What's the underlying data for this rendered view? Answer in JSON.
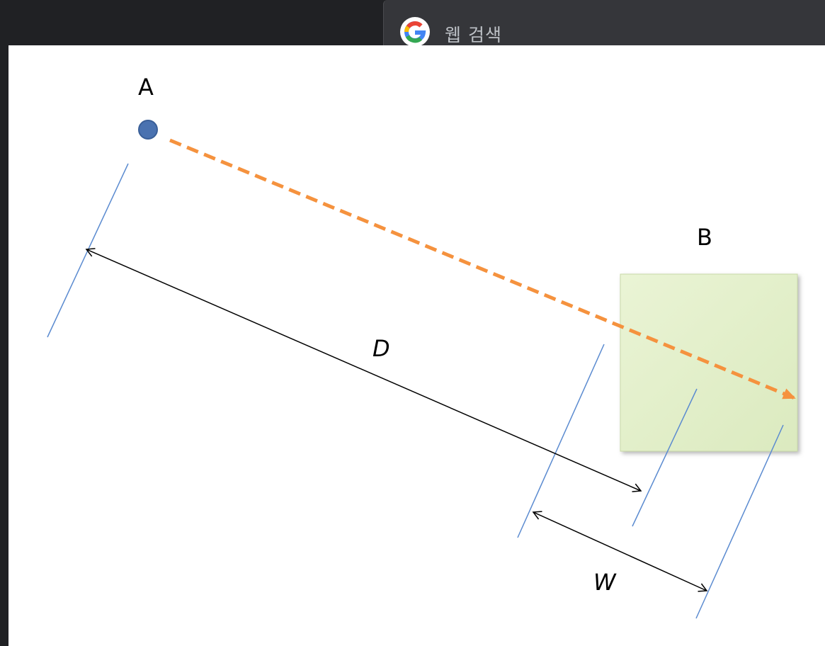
{
  "search_bar": {
    "icon": "google-g-icon",
    "label": "웹 검색"
  },
  "diagram": {
    "point_a_label": "A",
    "target_b_label": "B",
    "distance_label": "D",
    "width_label": "W",
    "colors": {
      "background": "#202124",
      "tab": "#35363a",
      "canvas": "#ffffff",
      "point": "#4a72b0",
      "path_arrow": "#f5923e",
      "target_fill": "#e2efc9",
      "extension_lines": "#5b8bd0",
      "dimension_arrows": "#000000"
    }
  }
}
